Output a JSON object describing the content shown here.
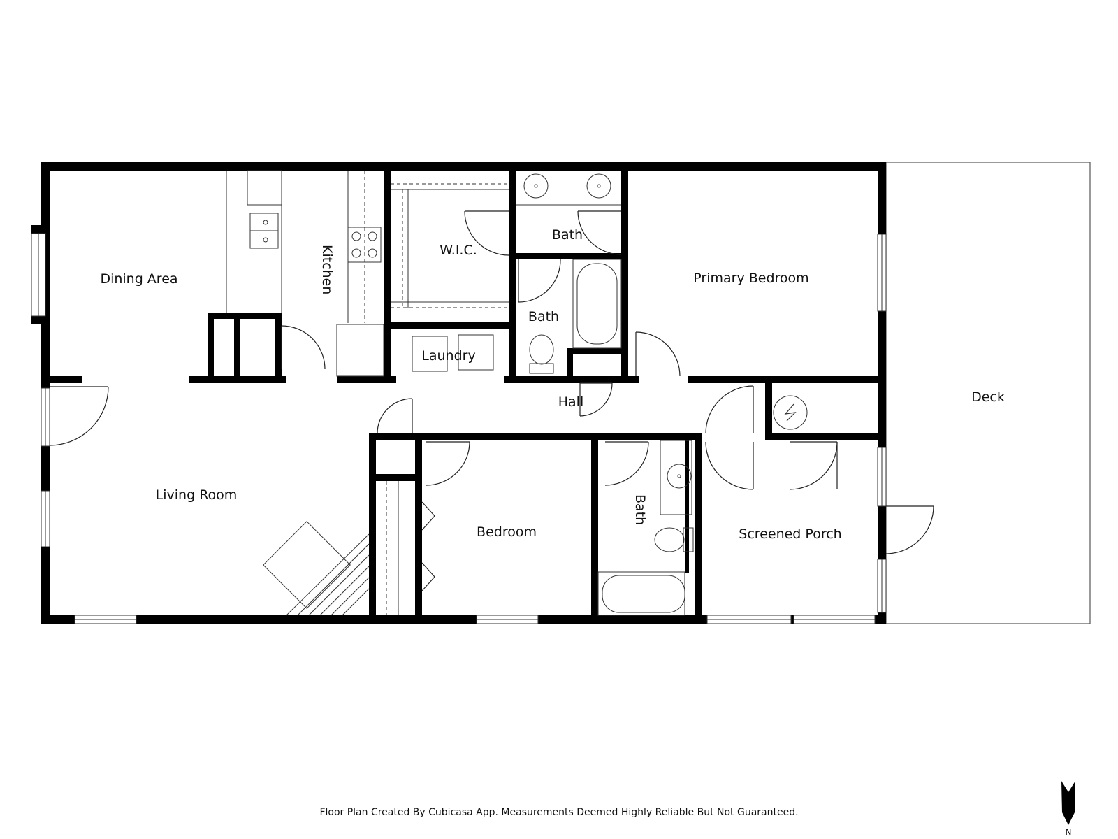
{
  "rooms": {
    "dining_area": "Dining Area",
    "kitchen": "Kitchen",
    "wic": "W.I.C.",
    "bath_upper": "Bath",
    "bath_middle": "Bath",
    "primary_bedroom": "Primary Bedroom",
    "laundry": "Laundry",
    "hall": "Hall",
    "deck": "Deck",
    "living_room": "Living Room",
    "bedroom": "Bedroom",
    "bath_lower": "Bath",
    "screened_porch": "Screened Porch"
  },
  "footer": "Floor Plan Created By Cubicasa App. Measurements Deemed Highly Reliable But Not Guaranteed.",
  "compass": {
    "label": "N",
    "icon": "north-arrow-icon"
  },
  "colors": {
    "wall": "#000000",
    "line": "#333333",
    "background": "#ffffff"
  }
}
